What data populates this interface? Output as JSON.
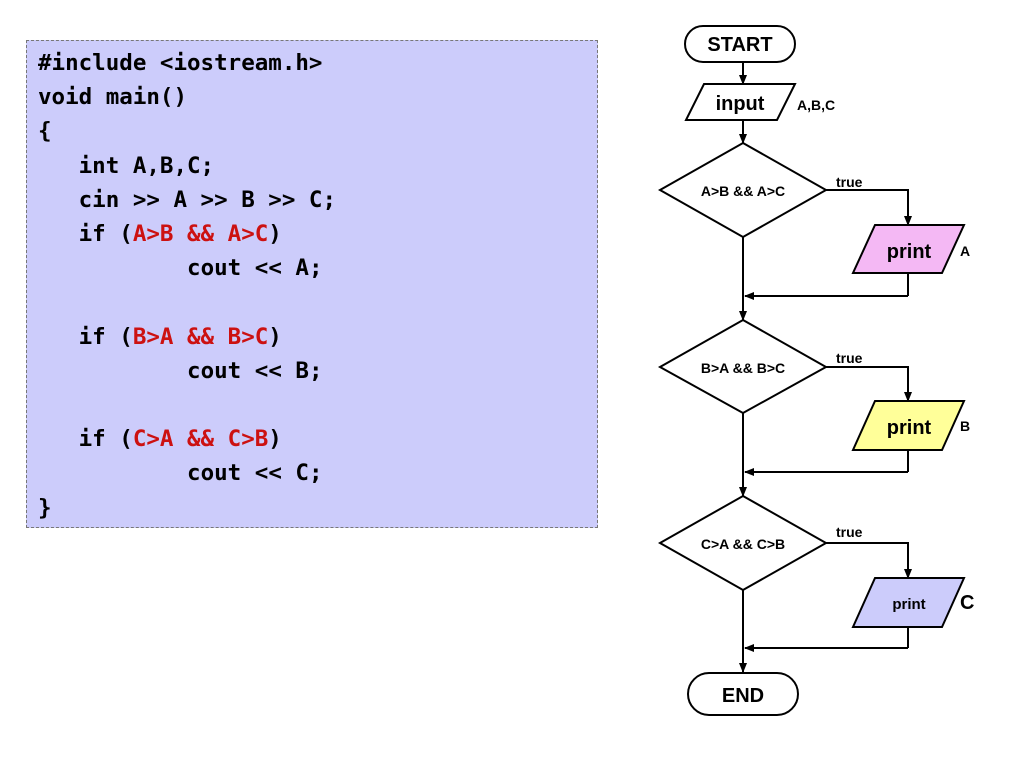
{
  "code": {
    "lines": [
      {
        "indent": 0,
        "parts": [
          {
            "t": "#include <iostream.h>"
          }
        ]
      },
      {
        "indent": 0,
        "parts": [
          {
            "t": "void main()"
          }
        ]
      },
      {
        "indent": 0,
        "parts": [
          {
            "t": "{"
          }
        ]
      },
      {
        "indent": 3,
        "parts": [
          {
            "t": "int A,B,C;"
          }
        ]
      },
      {
        "indent": 3,
        "parts": [
          {
            "t": "cin >> A >> B >> C;"
          }
        ]
      },
      {
        "indent": 3,
        "parts": [
          {
            "t": "if ("
          },
          {
            "t": "A>B && A>C",
            "hl": true
          },
          {
            "t": ")"
          }
        ]
      },
      {
        "indent": 11,
        "parts": [
          {
            "t": "cout << A;"
          }
        ]
      },
      {
        "indent": 0,
        "parts": []
      },
      {
        "indent": 3,
        "parts": [
          {
            "t": "if ("
          },
          {
            "t": "B>A && B>C",
            "hl": true
          },
          {
            "t": ")"
          }
        ]
      },
      {
        "indent": 11,
        "parts": [
          {
            "t": "cout << B;"
          }
        ]
      },
      {
        "indent": 0,
        "parts": []
      },
      {
        "indent": 3,
        "parts": [
          {
            "t": "if ("
          },
          {
            "t": "C>A && C>B",
            "hl": true
          },
          {
            "t": ")"
          }
        ]
      },
      {
        "indent": 11,
        "parts": [
          {
            "t": "cout << C;"
          }
        ]
      },
      {
        "indent": 0,
        "parts": [
          {
            "t": "}"
          }
        ]
      }
    ],
    "background": "#ccccfb",
    "highlight_color": "#cc1111"
  },
  "flowchart": {
    "start": "START",
    "input": "input",
    "input_vars": "A,B,C",
    "conditions": [
      {
        "text": "A>B && A>C",
        "branch": "true",
        "action": "print",
        "var": "A",
        "fill": "#f4b8f4"
      },
      {
        "text": "B>A && B>C",
        "branch": "true",
        "action": "print",
        "var": "B",
        "fill": "#ffff99"
      },
      {
        "text": "C>A && C>B",
        "branch": "true",
        "action": "print",
        "var": "C",
        "fill": "#ccccfb"
      }
    ],
    "end": "END"
  }
}
